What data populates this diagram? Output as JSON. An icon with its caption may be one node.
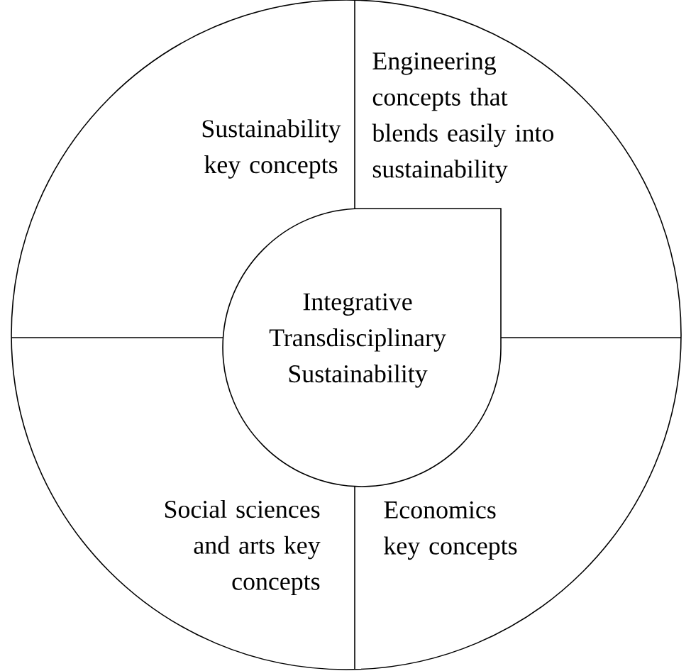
{
  "diagram": {
    "nodes": [
      {
        "text": [
          "Sustainability key concepts"
        ]
      },
      {
        "text": [
          "Engineering concepts that blends easily into sustainability"
        ]
      },
      {
        "text": [
          "Integrative Transdisciplinary Sustainability"
        ]
      },
      {
        "text": [
          "Social sciences and arts key concepts"
        ]
      },
      {
        "text": [
          "Economics key concepts"
        ]
      }
    ]
  }
}
